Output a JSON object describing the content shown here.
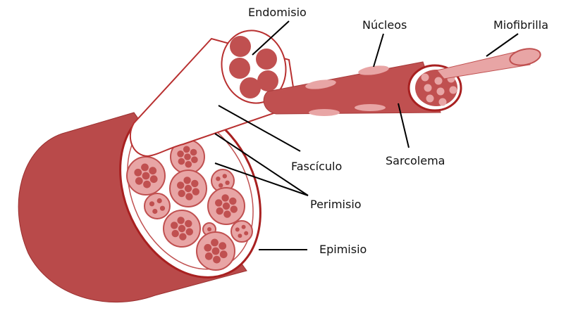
{
  "labels": {
    "endomisio": "Endomisio",
    "nucleos": "Núcleos",
    "miofibrilla": "Miofibrilla",
    "fasciculo": "Fascículo",
    "sarcolema": "Sarcolema",
    "perimisio": "Perimisio",
    "epimisio": "Epimisio"
  },
  "colors": {
    "muscle_dark": "#b94a4a",
    "muscle_mid": "#c05050",
    "muscle_light": "#e8a5a5",
    "outline": "#a82020",
    "line": "#000000",
    "background": "#ffffff"
  }
}
